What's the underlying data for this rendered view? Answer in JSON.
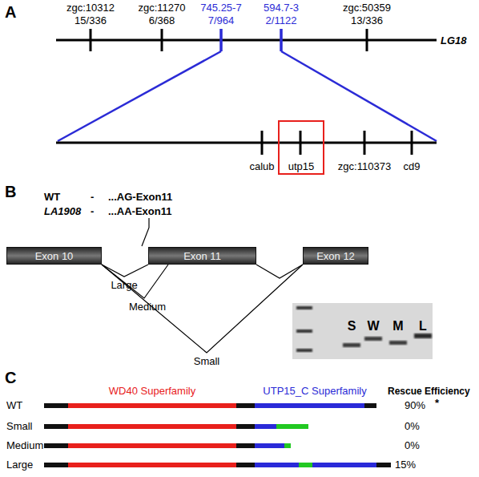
{
  "diagram": {
    "nodes": [
      {
        "text": [
          "utp15"
        ]
      },
      {
        "text": [
          "Exon 10"
        ]
      },
      {
        "text": [
          "Exon 11"
        ]
      },
      {
        "text": [
          "Exon 12"
        ]
      }
    ],
    "edges": [
      {
        "from": 1,
        "to": 2,
        "arrow": "none",
        "label": "Large"
      },
      {
        "from": 1,
        "to": 2,
        "arrow": "none",
        "label": "Medium"
      },
      {
        "from": 2,
        "to": 3,
        "arrow": "none"
      },
      {
        "from": 1,
        "to": 3,
        "arrow": "none",
        "label": "Small"
      }
    ],
    "labels": [
      "A",
      "zgc:10312",
      "15/336",
      "zgc:11270",
      "6/368",
      "745.25-7",
      "7/964",
      "594.7-3",
      "2/1122",
      "zgc:50359",
      "13/336",
      "LG18",
      "calub",
      "zgc:110373",
      "cd9",
      "B",
      "WT",
      "-",
      "...AG-Exon11",
      "LA1908",
      "-",
      "...AA-Exon11",
      "S",
      "W",
      "M",
      "L",
      "C",
      "WD40 Superfamily",
      "UTP15_C Superfamily",
      "Rescue Efficiency",
      "WT",
      "90%",
      "*",
      "Small",
      "0%",
      "Medium",
      "0%",
      "Large",
      "15%"
    ]
  }
}
